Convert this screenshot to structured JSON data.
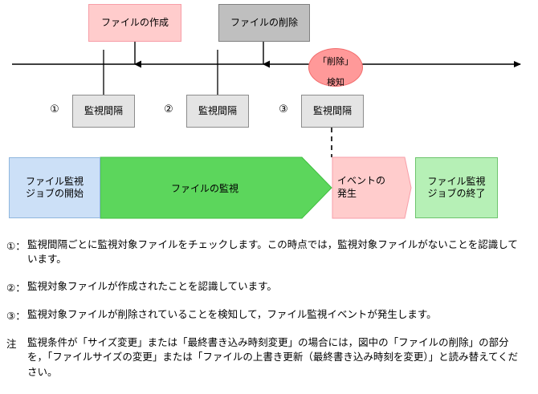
{
  "timeline": {
    "axis_label": "time-axis",
    "events": [
      {
        "id": "create",
        "label": "ファイルの作成",
        "color": "#FFCCCC",
        "border": "#F79EA8"
      },
      {
        "id": "delete",
        "label": "ファイルの削除",
        "color": "#BFBFBF",
        "border": "#808080"
      }
    ],
    "detection": {
      "label": "「削除」\n検知",
      "line1": "「削除」",
      "line2": "検知",
      "color": "#FF9999",
      "border": "#F26D6D"
    },
    "intervals": [
      {
        "marker": "①",
        "label": "監視間隔"
      },
      {
        "marker": "②",
        "label": "監視間隔"
      },
      {
        "marker": "③",
        "label": "監視間隔"
      }
    ],
    "interval_color": "#E4E4E4",
    "interval_border": "#8C8C8C"
  },
  "flow": {
    "start": {
      "label": "ファイル監視\nジョブの開始",
      "color": "#CCE0F7",
      "border": "#8FB6DE"
    },
    "monitor": {
      "label": "ファイルの監視",
      "color": "#5CD65C",
      "border": "#3FBF3F"
    },
    "event": {
      "label": "イベントの\n発生",
      "line1": "イベントの",
      "line2": "発生",
      "color": "#FFCCCC",
      "border": "#F79EA8"
    },
    "end": {
      "label": "ファイル監視\nジョブの終了",
      "color": "#B6F0B6",
      "border": "#6DC46D"
    }
  },
  "notes": [
    {
      "marker": "①：",
      "text": "監視間隔ごとに監視対象ファイルをチェックします。この時点では，監視対象ファイルがないことを認識しています。"
    },
    {
      "marker": "②：",
      "text": "監視対象ファイルが作成されたことを認識しています。"
    },
    {
      "marker": "③：",
      "text": "監視対象ファイルが削除されていることを検知して，ファイル監視イベントが発生します。"
    },
    {
      "marker": "注",
      "text": "監視条件が「サイズ変更」または「最終書き込み時刻変更」の場合には，図中の「ファイルの削除」の部分を，「ファイルサイズの変更」または「ファイルの上書き更新（最終書き込み時刻を変更）」と読み替えてください。"
    }
  ]
}
